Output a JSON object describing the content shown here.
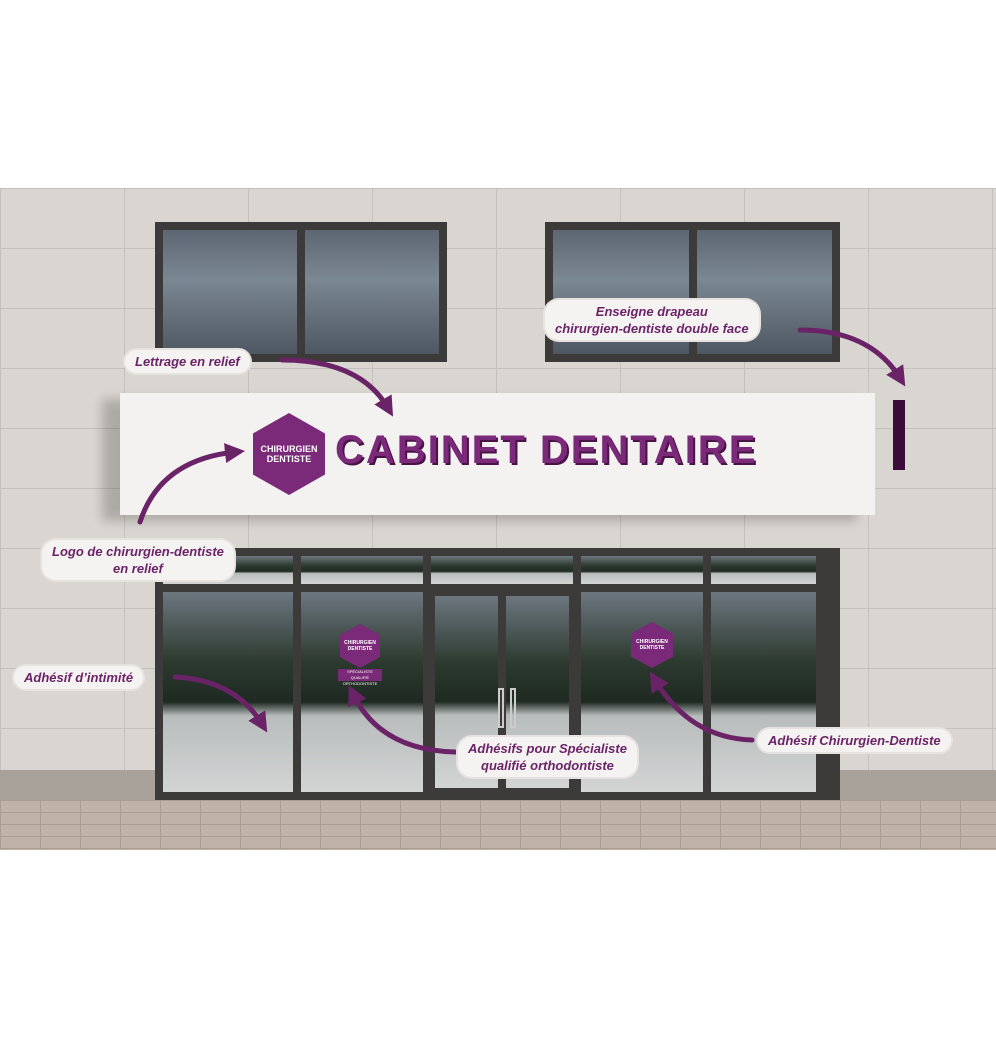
{
  "sign": {
    "text": "CABINET DENTAIRE",
    "logo_text": "CHIRURGIEN DENTISTE"
  },
  "window_stickers": {
    "logo_text": "CHIRURGIEN DENTISTE",
    "specialist_text": "SPÉCIALISTE QUALIFIÉ ORTHODONTISTE"
  },
  "annotations": {
    "lettrage": "Lettrage en relief",
    "enseigne_line1": "Enseigne drapeau",
    "enseigne_line2": "chirurgien-dentiste double face",
    "logo_line1": "Logo de chirurgien-dentiste",
    "logo_line2": "en relief",
    "intimite": "Adhésif d’intimité",
    "specialiste_line1": "Adhésifs pour Spécialiste",
    "specialiste_line2": "qualifié orthodontiste",
    "chirurgien": "Adhésif Chirurgien-Dentiste"
  },
  "colors": {
    "brand": "#7a2a78",
    "label_text": "#6b2368"
  }
}
